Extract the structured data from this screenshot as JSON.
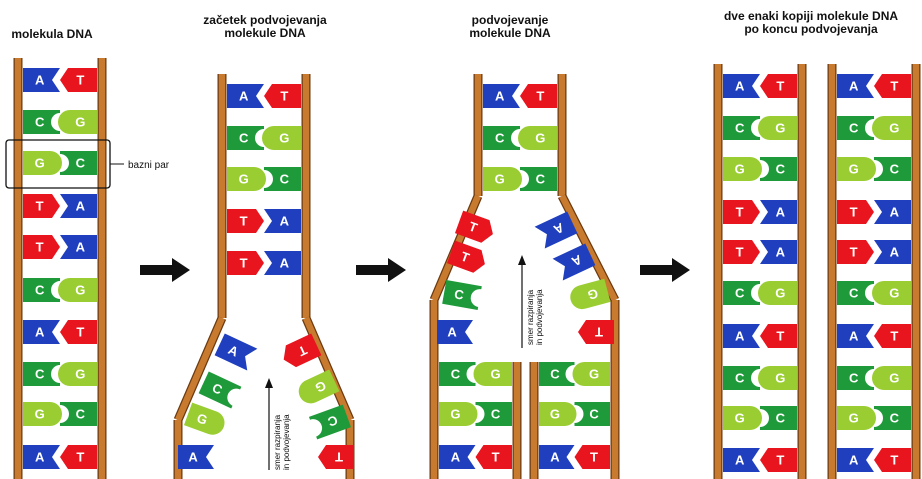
{
  "titles": {
    "t1": "molekula DNA",
    "t2": "začetek podvojevanja\nmolekule DNA",
    "t3": "podvojevanje\nmolekule DNA",
    "t4": "dve enaki kopiji molekule DNA\npo koncu podvojevanja"
  },
  "labels": {
    "base_pair": "bazni par",
    "direction_line1": "smer razpiranja",
    "direction_line2": "in podvojevanja"
  },
  "bases": {
    "A": "A",
    "T": "T",
    "C": "C",
    "G": "G"
  },
  "sequence": [
    [
      "A",
      "T"
    ],
    [
      "C",
      "G"
    ],
    [
      "G",
      "C"
    ],
    [
      "T",
      "A"
    ],
    [
      "T",
      "A"
    ],
    [
      "C",
      "G"
    ],
    [
      "A",
      "T"
    ],
    [
      "C",
      "G"
    ],
    [
      "G",
      "C"
    ],
    [
      "A",
      "T"
    ]
  ],
  "colors": {
    "A": "#1f3fbf",
    "T": "#e8141e",
    "C": "#1e9a3a",
    "G": "#9acd32",
    "backbone": "#c87a2e",
    "backbone_edge": "#6b3a10",
    "arrow": "#111111"
  }
}
